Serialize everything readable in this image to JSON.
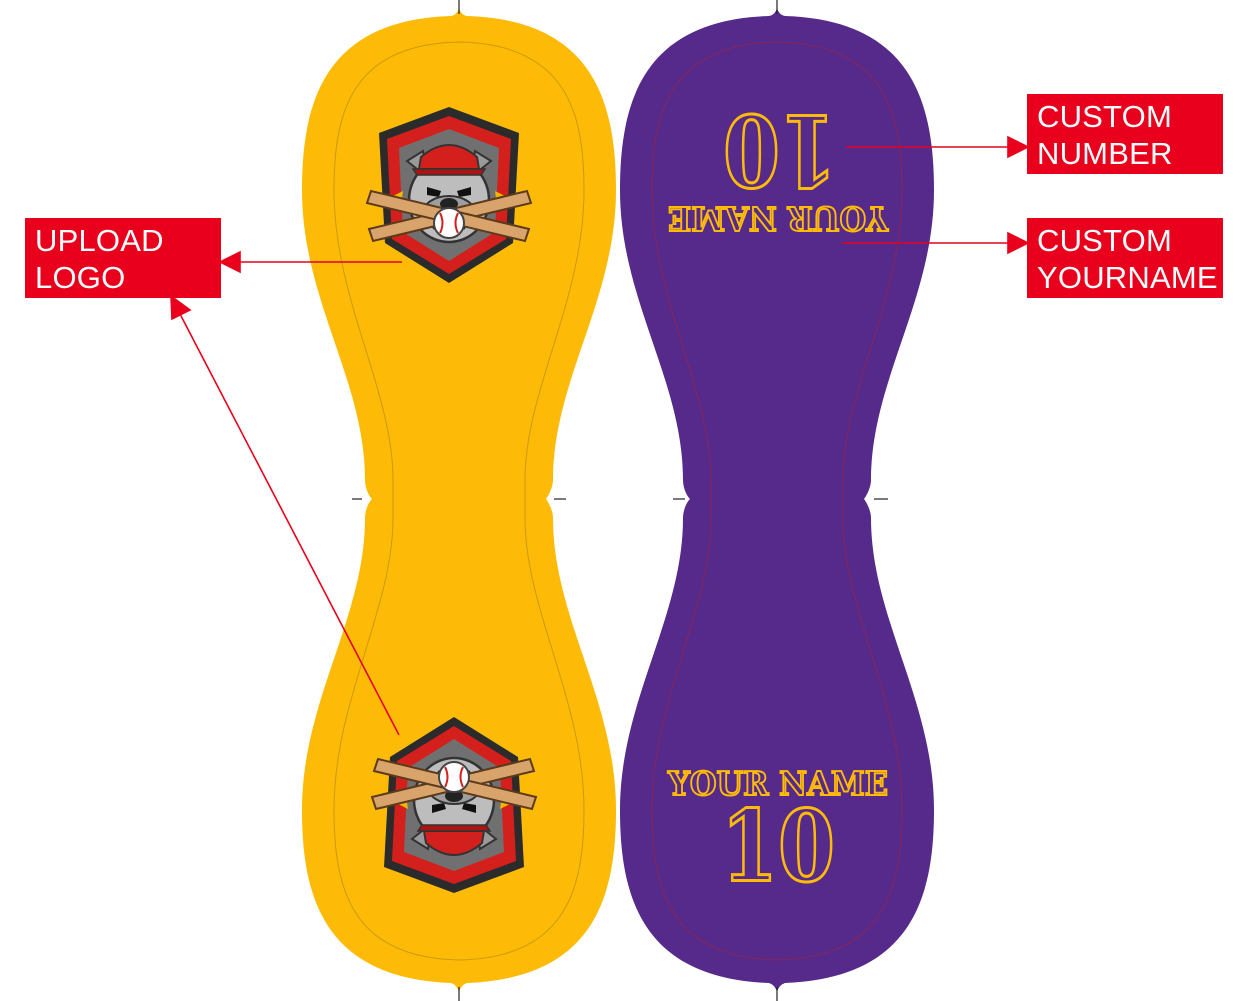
{
  "callouts": {
    "upload_logo": {
      "line1": "UPLOAD",
      "line2": "LOGO"
    },
    "custom_number": {
      "line1": "CUSTOM",
      "line2": "NUMBER"
    },
    "custom_yourname": {
      "line1": "CUSTOM",
      "line2": "YOURNAME"
    }
  },
  "purple_piece": {
    "top_number": "10",
    "top_name": "YOUR NAME",
    "bottom_name": "YOUR NAME",
    "bottom_number": "10"
  },
  "colors": {
    "gold": "#fdbb08",
    "purple": "#552a8a",
    "callout_red": "#e8001c",
    "lettering": "#fdbb08"
  },
  "logo": {
    "name": "bulldog-baseball-logo"
  }
}
